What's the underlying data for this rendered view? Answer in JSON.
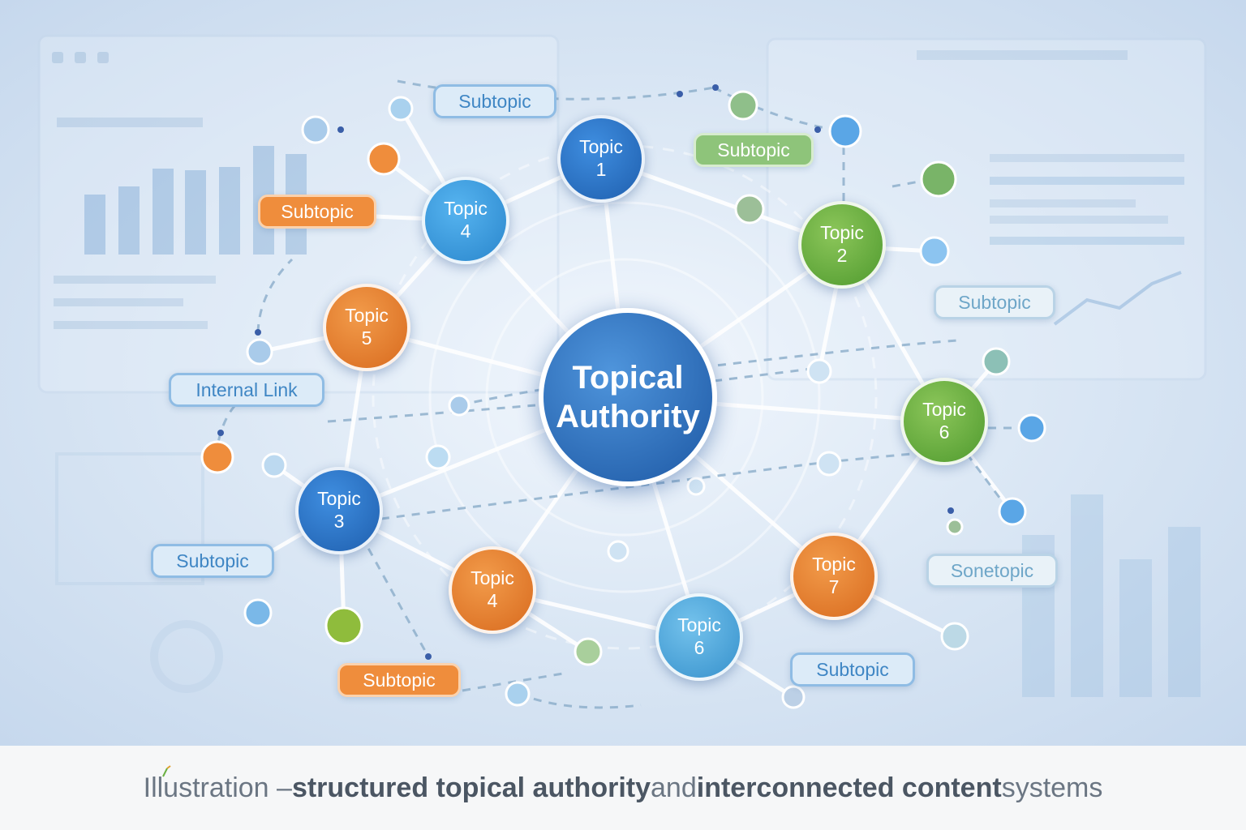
{
  "diagram": {
    "center": {
      "label_line1": "Topical",
      "label_line2": "Authority"
    },
    "topics": [
      {
        "id": "topic-1-top",
        "word": "Topic",
        "number": "1",
        "color": "#2a6cc0"
      },
      {
        "id": "topic-4-upper",
        "word": "Topic",
        "number": "4",
        "color": "#3a9ae0"
      },
      {
        "id": "topic-2",
        "word": "Topic",
        "number": "2",
        "color": "#6bb042"
      },
      {
        "id": "topic-5",
        "word": "Topic",
        "number": "5",
        "color": "#e07a2c"
      },
      {
        "id": "topic-6-right",
        "word": "Topic",
        "number": "6",
        "color": "#6bb042"
      },
      {
        "id": "topic-3",
        "word": "Topic",
        "number": "3",
        "color": "#2a6cc0"
      },
      {
        "id": "topic-4-lower",
        "word": "Topic",
        "number": "4",
        "color": "#e07a2c"
      },
      {
        "id": "topic-6-bottom",
        "word": "Topic",
        "number": "6",
        "color": "#4aa6dc"
      },
      {
        "id": "topic-7",
        "word": "Topic",
        "number": "7",
        "color": "#e07a2c"
      }
    ],
    "labels": [
      {
        "text": "Subtopic",
        "style": "blue"
      },
      {
        "text": "Subtopic",
        "style": "green"
      },
      {
        "text": "Subtopic",
        "style": "orange"
      },
      {
        "text": "Subtopic",
        "style": "pale"
      },
      {
        "text": "Internal Link",
        "style": "blue"
      },
      {
        "text": "Subtopic",
        "style": "blue"
      },
      {
        "text": "Sonetopic",
        "style": "pale"
      },
      {
        "text": "Subtopic",
        "style": "orange"
      },
      {
        "text": "Subtopic",
        "style": "blue"
      }
    ]
  },
  "caption": {
    "intro": "Illustration – ",
    "bold1": "structured topical authority",
    "mid": " and ",
    "bold2": "interconnected content",
    "end": " systems"
  },
  "colors": {
    "blue": "#2a6cc0",
    "orange": "#e07a2c",
    "green": "#6bb042",
    "background": "#dce8f5"
  }
}
